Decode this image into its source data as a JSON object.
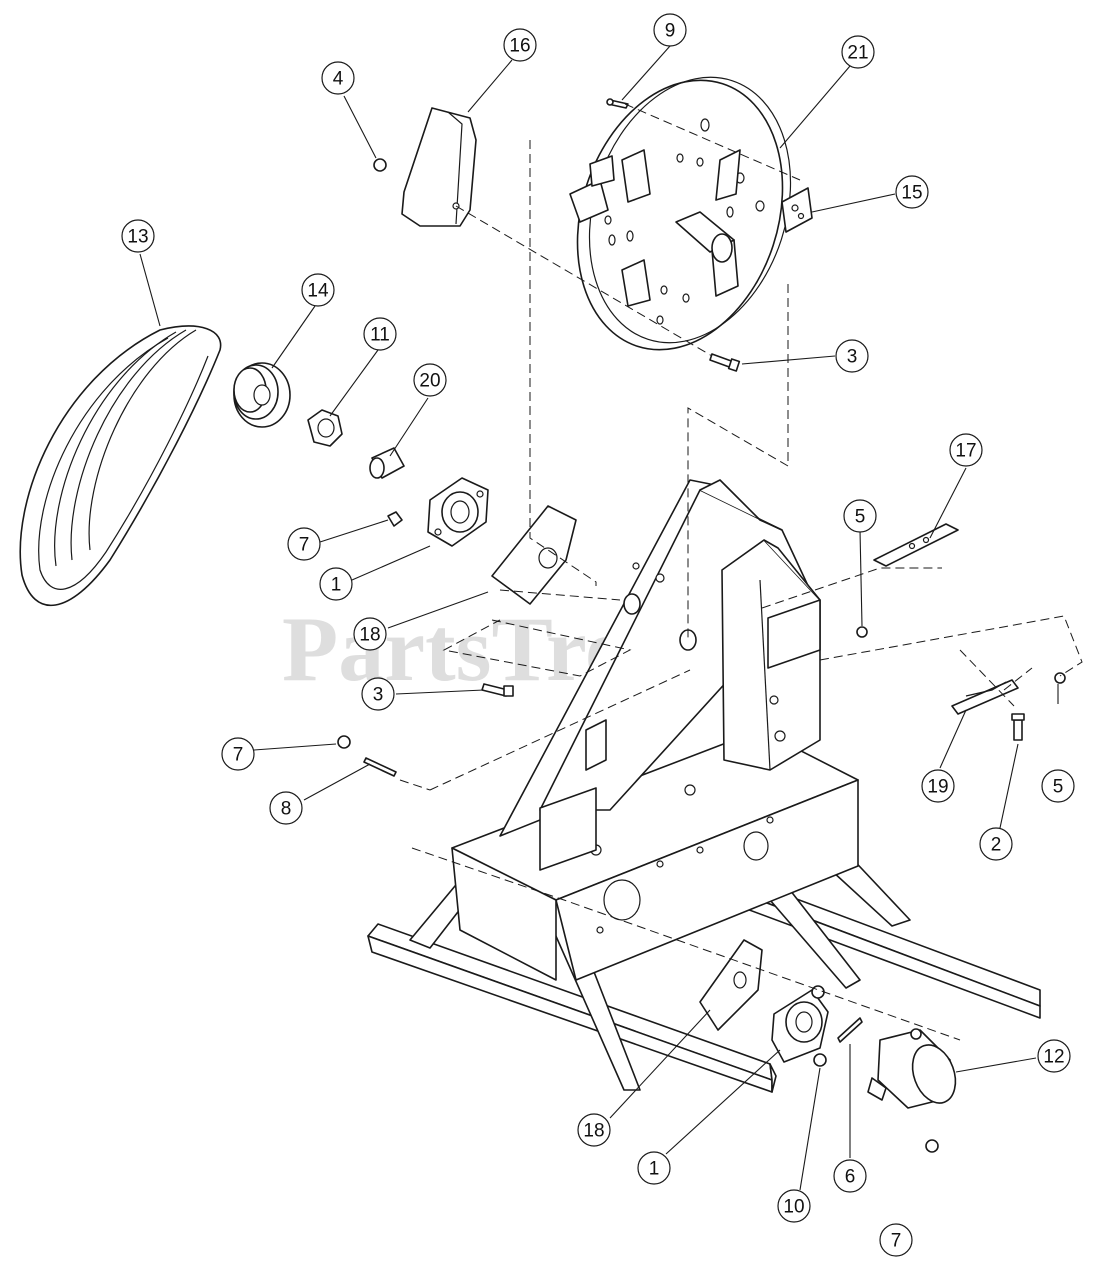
{
  "watermark": "PartsTree",
  "callouts": [
    {
      "id": "c-9",
      "label": "9"
    },
    {
      "id": "c-16",
      "label": "16"
    },
    {
      "id": "c-21",
      "label": "21"
    },
    {
      "id": "c-4",
      "label": "4"
    },
    {
      "id": "c-15",
      "label": "15"
    },
    {
      "id": "c-13",
      "label": "13"
    },
    {
      "id": "c-14",
      "label": "14"
    },
    {
      "id": "c-11",
      "label": "11"
    },
    {
      "id": "c-20",
      "label": "20"
    },
    {
      "id": "c-3a",
      "label": "3"
    },
    {
      "id": "c-17",
      "label": "17"
    },
    {
      "id": "c-5a",
      "label": "5"
    },
    {
      "id": "c-7a",
      "label": "7"
    },
    {
      "id": "c-1a",
      "label": "1"
    },
    {
      "id": "c-18a",
      "label": "18"
    },
    {
      "id": "c-3b",
      "label": "3"
    },
    {
      "id": "c-7b",
      "label": "7"
    },
    {
      "id": "c-8",
      "label": "8"
    },
    {
      "id": "c-19",
      "label": "19"
    },
    {
      "id": "c-5b",
      "label": "5"
    },
    {
      "id": "c-2",
      "label": "2"
    },
    {
      "id": "c-12",
      "label": "12"
    },
    {
      "id": "c-18b",
      "label": "18"
    },
    {
      "id": "c-1b",
      "label": "1"
    },
    {
      "id": "c-6",
      "label": "6"
    },
    {
      "id": "c-10",
      "label": "10"
    },
    {
      "id": "c-7c",
      "label": "7"
    }
  ],
  "colors": {
    "line": "#1a1a1a",
    "watermark": "#d9d9d9",
    "background": "#ffffff"
  }
}
